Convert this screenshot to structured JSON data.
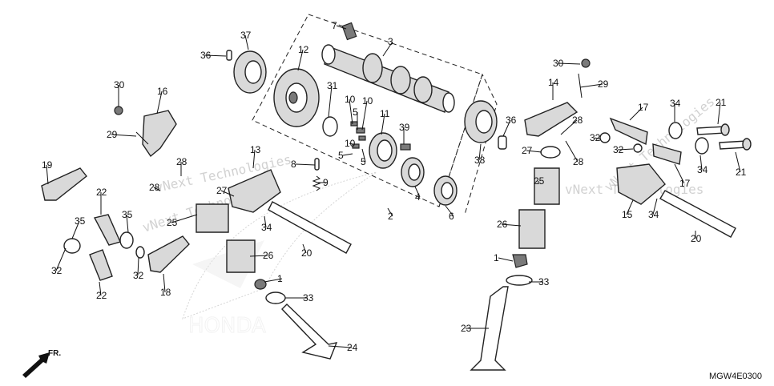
{
  "diagram": {
    "drawing_code": "MGW4E0300",
    "direction_label": "FR.",
    "logo_text": "HONDA",
    "watermark_lines": [
      "vNext Technologies",
      "vNext Technologies",
      "vNext Technologies",
      "vNext Technologies"
    ],
    "callouts": [
      "7",
      "37",
      "36",
      "3",
      "12",
      "31",
      "10",
      "10",
      "5",
      "10",
      "5",
      "11",
      "39",
      "5",
      "30",
      "16",
      "29",
      "19",
      "28",
      "28",
      "27",
      "13",
      "8",
      "9",
      "2",
      "4",
      "6",
      "38",
      "36",
      "30",
      "14",
      "29",
      "28",
      "27",
      "28",
      "25",
      "26",
      "1",
      "33",
      "23",
      "17",
      "34",
      "21",
      "32",
      "32",
      "17",
      "34",
      "21",
      "15",
      "34",
      "20",
      "22",
      "35",
      "32",
      "22",
      "25",
      "35",
      "32",
      "18",
      "20",
      "26",
      "1",
      "33",
      "24",
      "34"
    ]
  }
}
